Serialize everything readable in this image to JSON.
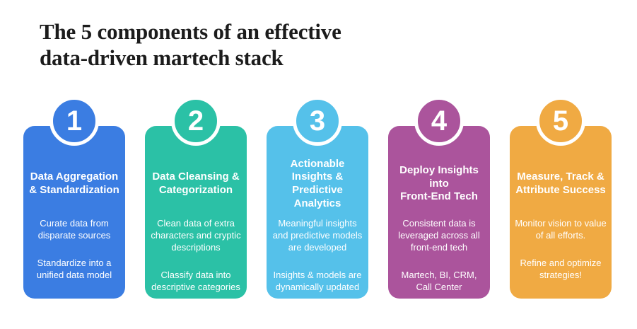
{
  "page": {
    "background": "#ffffff"
  },
  "header": {
    "title": "The 5 components of an effective\ndata-driven martech stack",
    "color": "#1c1c1c"
  },
  "cards": [
    {
      "number": "1",
      "color": "#3b7de2",
      "title": "Data Aggregation\n& Standardization",
      "points": [
        "Curate data from\ndisparate sources",
        "Standardize into a\nunified data model"
      ]
    },
    {
      "number": "2",
      "color": "#2bc1a6",
      "title": "Data Cleansing &\nCategorization",
      "points": [
        "Clean data of extra\ncharacters and cryptic\ndescriptions",
        "Classify data into\ndescriptive categories"
      ]
    },
    {
      "number": "3",
      "color": "#55c1ea",
      "title": "Actionable\nInsights & Predictive\nAnalytics",
      "points": [
        "Meaningful insights\nand predictive models\nare developed",
        "Insights & models are\ndynamically updated"
      ]
    },
    {
      "number": "4",
      "color": "#ab549c",
      "title": "Deploy Insights\ninto\nFront-End Tech",
      "points": [
        "Consistent data is\nleveraged across all\nfront-end tech",
        "Martech, BI, CRM,\nCall Center"
      ]
    },
    {
      "number": "5",
      "color": "#f0aa43",
      "title": "Measure, Track &\nAttribute Success",
      "points": [
        "Monitor vision to value\nof all efforts.",
        "Refine and optimize\nstrategies!"
      ]
    }
  ]
}
